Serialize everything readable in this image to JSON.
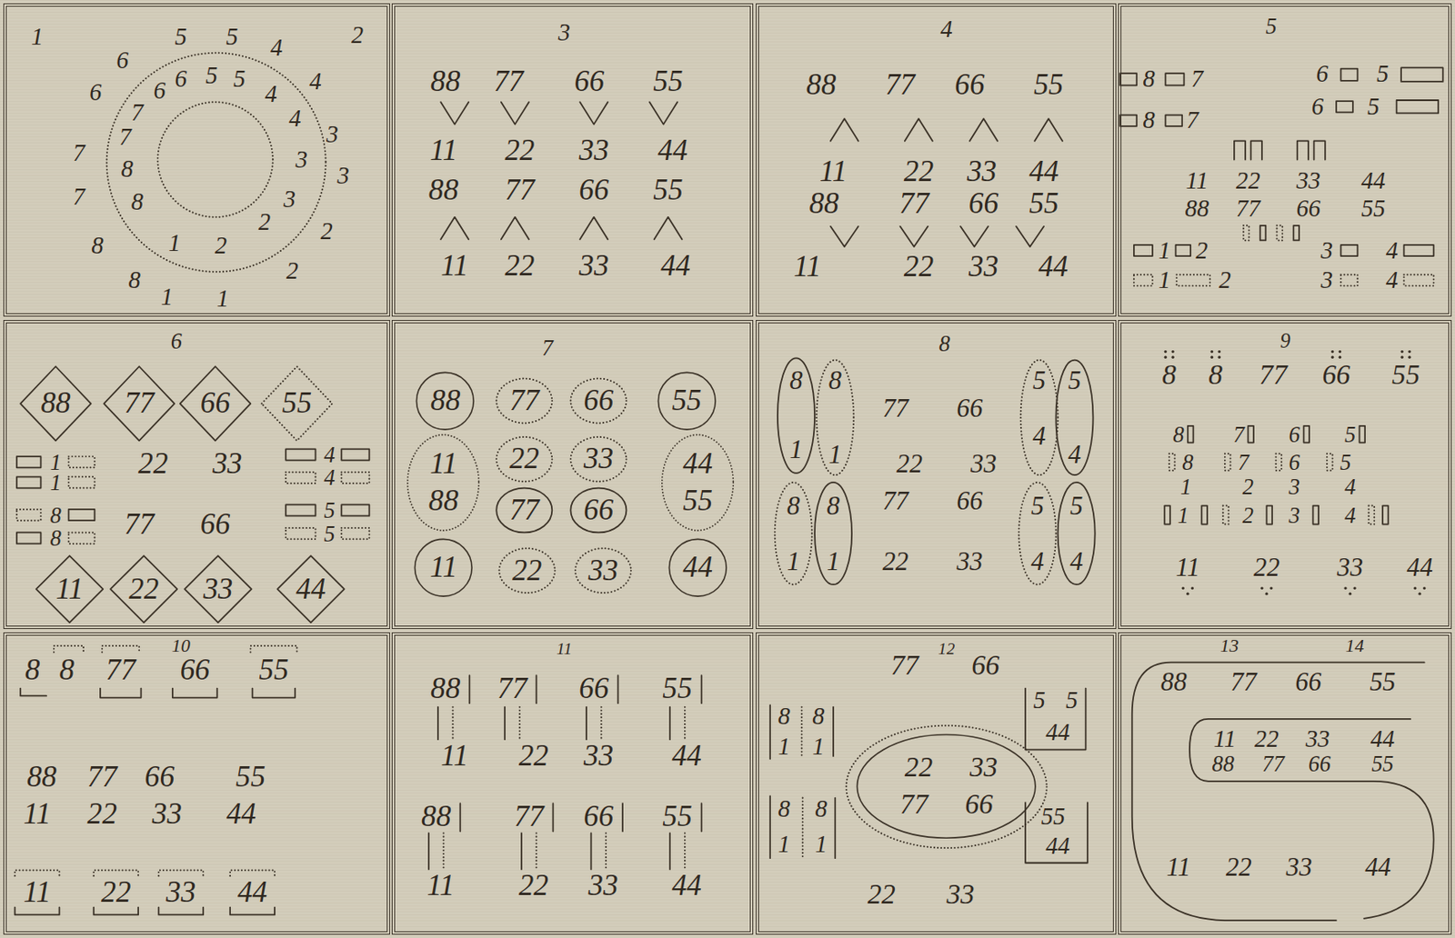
{
  "diagram": {
    "nodes": [
      {
        "text": [
          "1",
          "2"
        ]
      },
      {
        "text": [
          "3"
        ]
      },
      {
        "text": [
          "4"
        ]
      },
      {
        "text": [
          "5"
        ]
      },
      {
        "text": [
          "6"
        ]
      },
      {
        "text": [
          "7"
        ]
      },
      {
        "text": [
          "8"
        ]
      },
      {
        "text": [
          "9"
        ]
      },
      {
        "text": [
          "10"
        ]
      },
      {
        "text": [
          "11"
        ]
      },
      {
        "text": [
          "12"
        ]
      },
      {
        "text": [
          "13",
          "14"
        ]
      },
      {
        "text": [
          "88"
        ],
        "in": 5
      },
      {
        "text": [
          "55"
        ],
        "in": 5
      },
      {
        "text": [
          "11",
          "88"
        ],
        "in": 5
      },
      {
        "text": [
          "44",
          "55"
        ],
        "in": 5
      },
      {
        "text": [
          "11"
        ],
        "in": 5
      },
      {
        "text": [
          "44"
        ],
        "in": 5
      },
      {
        "text": [
          "22",
          "33",
          "77",
          "66"
        ],
        "in": 10
      }
    ],
    "labels": [
      "5",
      "5",
      "4",
      "4",
      "3",
      "3",
      "2",
      "2",
      "1",
      "1",
      "8",
      "8",
      "7",
      "7",
      "6",
      "6",
      "6",
      "5",
      "5",
      "4",
      "4",
      "3",
      "3",
      "2",
      "2",
      "1",
      "8",
      "8",
      "7",
      "7",
      "6",
      "88",
      "77",
      "66",
      "55",
      "11",
      "22",
      "33",
      "44",
      "88",
      "77",
      "66",
      "55",
      "11",
      "22",
      "33",
      "44",
      "88",
      "77",
      "66",
      "55",
      "11",
      "22",
      "33",
      "44",
      "88",
      "77",
      "66",
      "55",
      "11",
      "22",
      "33",
      "44",
      "8",
      "7",
      "6",
      "5",
      "8",
      "7",
      "6",
      "5",
      "11",
      "22",
      "33",
      "44",
      "88",
      "77",
      "66",
      "55",
      "1",
      "2",
      "3",
      "4",
      "1",
      "2",
      "3",
      "4",
      "88",
      "77",
      "66",
      "55",
      "1",
      "1",
      "8",
      "8",
      "22",
      "33",
      "77",
      "66",
      "4",
      "4",
      "5",
      "5",
      "11",
      "22",
      "33",
      "44",
      "77",
      "66",
      "22",
      "33",
      "77",
      "66",
      "22",
      "33",
      "8",
      "8",
      "1",
      "1",
      "77",
      "66",
      "5",
      "5",
      "4",
      "4",
      "22",
      "33",
      "8",
      "8",
      "77",
      "66",
      "5",
      "5",
      "1",
      "1",
      "22",
      "33",
      "4",
      "4",
      "8",
      "8",
      "77",
      "66",
      "55",
      "8",
      "7",
      "6",
      "5",
      "8",
      "7",
      "6",
      "5",
      "1",
      "2",
      "3",
      "4",
      "1",
      "2",
      "3",
      "4",
      "11",
      "22",
      "33",
      "44",
      "8",
      "8",
      "77",
      "66",
      "55",
      "88",
      "77",
      "66",
      "55",
      "11",
      "22",
      "33",
      "44",
      "11",
      "22",
      "33",
      "44",
      "88",
      "77",
      "66",
      "55",
      "11",
      "22",
      "33",
      "44",
      "88",
      "77",
      "66",
      "55",
      "11",
      "22",
      "33",
      "44",
      "77",
      "66",
      "8",
      "1",
      "8",
      "1",
      "5",
      "5",
      "44",
      "8",
      "1",
      "8",
      "1",
      "55",
      "44",
      "22",
      "33",
      "88",
      "77",
      "66",
      "55",
      "11",
      "22",
      "33",
      "44",
      "88",
      "77",
      "66",
      "55",
      "11",
      "22",
      "33",
      "44"
    ]
  }
}
